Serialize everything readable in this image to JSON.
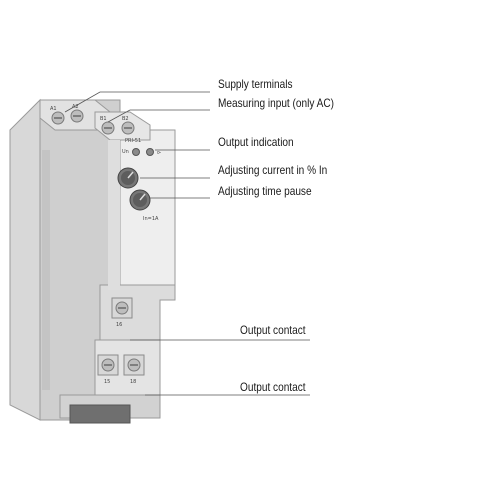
{
  "callouts": {
    "supply_terminals": "Supply terminals",
    "measuring_input": "Measuring input (only AC)",
    "output_indication": "Output indication",
    "adjusting_current": "Adjusting current in % In",
    "adjusting_time_pause": "Adjusting time pause",
    "output_contact_upper": "Output contact",
    "output_contact_lower": "Output contact"
  },
  "device": {
    "model": "PRI-51",
    "led_supply": "Un",
    "led_output": "⊳",
    "range_label": "In=1A",
    "terminal_a1": "A1",
    "terminal_a2": "A2",
    "terminal_b1": "B1",
    "terminal_b2": "B2",
    "terminal_16": "16",
    "terminal_15": "15",
    "terminal_18": "18"
  },
  "colors": {
    "housing": "#e6e6e6",
    "housing_shade": "#c9c9c9",
    "housing_dark": "#9a9a9a",
    "leader_line": "#555555"
  }
}
